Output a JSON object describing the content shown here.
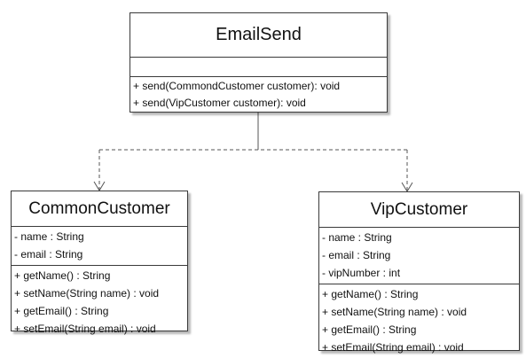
{
  "classes": {
    "email_send": {
      "name": "EmailSend",
      "attributes": [],
      "operations": [
        "+ send(CommondCustomer customer): void",
        "+ send(VipCustomer customer): void"
      ]
    },
    "common_customer": {
      "name": "CommonCustomer",
      "attributes": [
        "- name : String",
        "- email : String"
      ],
      "operations": [
        "+ getName() : String",
        "+ setName(String name) : void",
        "+ getEmail() : String",
        "+ setEmail(String email) : void"
      ]
    },
    "vip_customer": {
      "name": "VipCustomer",
      "attributes": [
        "- name : String",
        "- email : String",
        "- vipNumber : int"
      ],
      "operations": [
        "+ getName() : String",
        "+ setName(String name) : void",
        "+ getEmail() : String",
        "+ setEmail(String email) : void"
      ]
    }
  },
  "relationships": [
    {
      "type": "dependency",
      "from": "EmailSend",
      "to": "CommonCustomer",
      "line_style": "dashed",
      "arrow": "open"
    },
    {
      "type": "dependency",
      "from": "EmailSend",
      "to": "VipCustomer",
      "line_style": "dashed",
      "arrow": "open"
    }
  ],
  "colors": {
    "background": "#ffffff",
    "border": "#3a3a3a",
    "text": "#111111",
    "edge": "#555555"
  }
}
